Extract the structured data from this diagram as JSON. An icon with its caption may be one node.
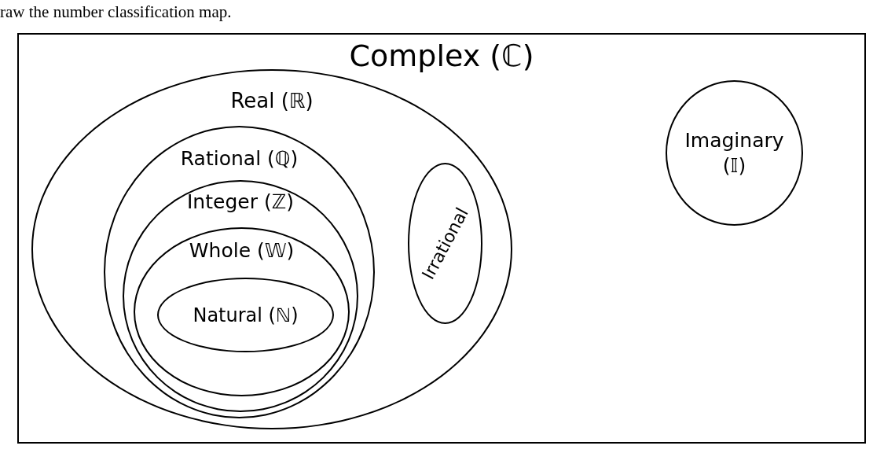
{
  "diagram": {
    "nodes": [
      {
        "text": [
          "Complex (ℂ)"
        ]
      },
      {
        "text": [
          "Real (ℝ)"
        ],
        "in": 0
      },
      {
        "text": [
          "Rational (ℚ)"
        ],
        "in": 1
      },
      {
        "text": [
          "Integer (ℤ)"
        ],
        "in": 2
      },
      {
        "text": [
          "Whole (𝕎)"
        ],
        "in": 3
      },
      {
        "text": [
          "Natural (ℕ)"
        ],
        "in": 4
      },
      {
        "text": [
          "Irrational"
        ],
        "in": 1
      },
      {
        "text": [
          "Imaginary (𝕀)"
        ],
        "in": 0
      }
    ],
    "labels": [
      "raw the number classification map."
    ]
  }
}
